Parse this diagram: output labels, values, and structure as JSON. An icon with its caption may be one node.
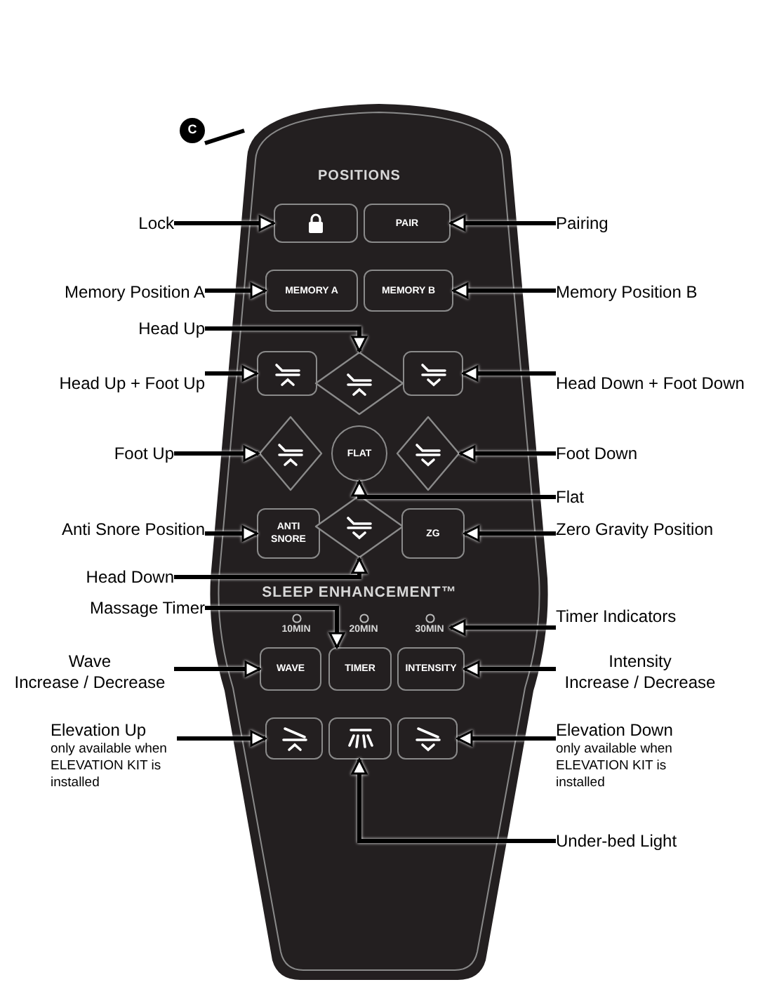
{
  "diagram": {
    "nodes": [
      {
        "text": [
          "POSITIONS",
          "SLEEP ENHANCEMENT™"
        ]
      },
      {
        "text": [],
        "shape": "box",
        "in": 0
      },
      {
        "text": [
          "PAIR"
        ],
        "in": 0
      },
      {
        "text": [
          "MEMORY A"
        ],
        "in": 0
      },
      {
        "text": [
          "MEMORY B"
        ],
        "in": 0
      },
      {
        "text": [],
        "shape": "box",
        "in": 0
      },
      {
        "text": [],
        "shape": "diamond",
        "in": 0
      },
      {
        "text": [],
        "shape": "box",
        "in": 0
      },
      {
        "text": [],
        "shape": "diamond",
        "in": 0
      },
      {
        "text": [
          "FLAT"
        ],
        "in": 0
      },
      {
        "text": [],
        "shape": "diamond",
        "in": 0
      },
      {
        "text": [
          "ANTI SNORE"
        ],
        "in": 0
      },
      {
        "text": [],
        "shape": "diamond",
        "in": 0
      },
      {
        "text": [
          "ZG"
        ],
        "in": 0
      },
      {
        "text": [
          "10MIN"
        ],
        "in": 0
      },
      {
        "text": [
          "20MIN"
        ],
        "in": 0
      },
      {
        "text": [
          "30MIN"
        ],
        "in": 0
      },
      {
        "text": [
          "WAVE"
        ],
        "in": 0
      },
      {
        "text": [
          "TIMER"
        ],
        "in": 0
      },
      {
        "text": [
          "INTENSITY"
        ],
        "in": 0
      },
      {
        "text": [],
        "shape": "box",
        "in": 0
      },
      {
        "text": [],
        "shape": "box",
        "in": 0
      },
      {
        "text": [],
        "shape": "box",
        "in": 0
      },
      {
        "text": [
          "C"
        ]
      },
      {
        "text": [
          "Lock"
        ]
      },
      {
        "text": [
          "Pairing"
        ]
      },
      {
        "text": [
          "Memory Position A"
        ]
      },
      {
        "text": [
          "Memory Position B"
        ]
      },
      {
        "text": [
          "Head Up"
        ]
      },
      {
        "text": [
          "Head Up + Foot Up"
        ]
      },
      {
        "text": [
          "Head Down + Foot Down"
        ]
      },
      {
        "text": [
          "Foot Up"
        ]
      },
      {
        "text": [
          "Foot Down"
        ]
      },
      {
        "text": [
          "Flat"
        ]
      },
      {
        "text": [
          "Anti Snore Position"
        ]
      },
      {
        "text": [
          "Zero Gravity Position"
        ]
      },
      {
        "text": [
          "Head Down"
        ]
      },
      {
        "text": [
          "Massage Timer"
        ]
      },
      {
        "text": [
          "Timer Indicators"
        ]
      },
      {
        "text": [
          "Wave",
          "Increase / Decrease"
        ]
      },
      {
        "text": [
          "Intensity",
          "Increase / Decrease"
        ]
      },
      {
        "text": [
          "Elevation Up",
          "only available when ELEVATION KIT is installed"
        ]
      },
      {
        "text": [
          "Elevation Down",
          "only available when ELEVATION KIT is installed"
        ]
      },
      {
        "text": [
          "Under-bed Light"
        ]
      }
    ],
    "edges": [
      {
        "from": 23,
        "to": 0,
        "arrow": "none"
      },
      {
        "from": 24,
        "to": 1,
        "arrow": "to"
      },
      {
        "from": 25,
        "to": 2,
        "arrow": "to"
      },
      {
        "from": 26,
        "to": 3,
        "arrow": "to"
      },
      {
        "from": 27,
        "to": 4,
        "arrow": "to"
      },
      {
        "from": 28,
        "to": 6,
        "arrow": "to"
      },
      {
        "from": 29,
        "to": 5,
        "arrow": "to"
      },
      {
        "from": 30,
        "to": 7,
        "arrow": "to"
      },
      {
        "from": 31,
        "to": 8,
        "arrow": "to"
      },
      {
        "from": 32,
        "to": 10,
        "arrow": "to"
      },
      {
        "from": 33,
        "to": 9,
        "arrow": "to"
      },
      {
        "from": 34,
        "to": 11,
        "arrow": "to"
      },
      {
        "from": 35,
        "to": 13,
        "arrow": "to"
      },
      {
        "from": 36,
        "to": 12,
        "arrow": "to"
      },
      {
        "from": 37,
        "to": 18,
        "arrow": "to"
      },
      {
        "from": 38,
        "to": 16,
        "arrow": "to"
      },
      {
        "from": 39,
        "to": 17,
        "arrow": "to"
      },
      {
        "from": 40,
        "to": 19,
        "arrow": "to"
      },
      {
        "from": 41,
        "to": 20,
        "arrow": "to"
      },
      {
        "from": 42,
        "to": 22,
        "arrow": "to"
      },
      {
        "from": 43,
        "to": 21,
        "arrow": "to"
      }
    ]
  }
}
